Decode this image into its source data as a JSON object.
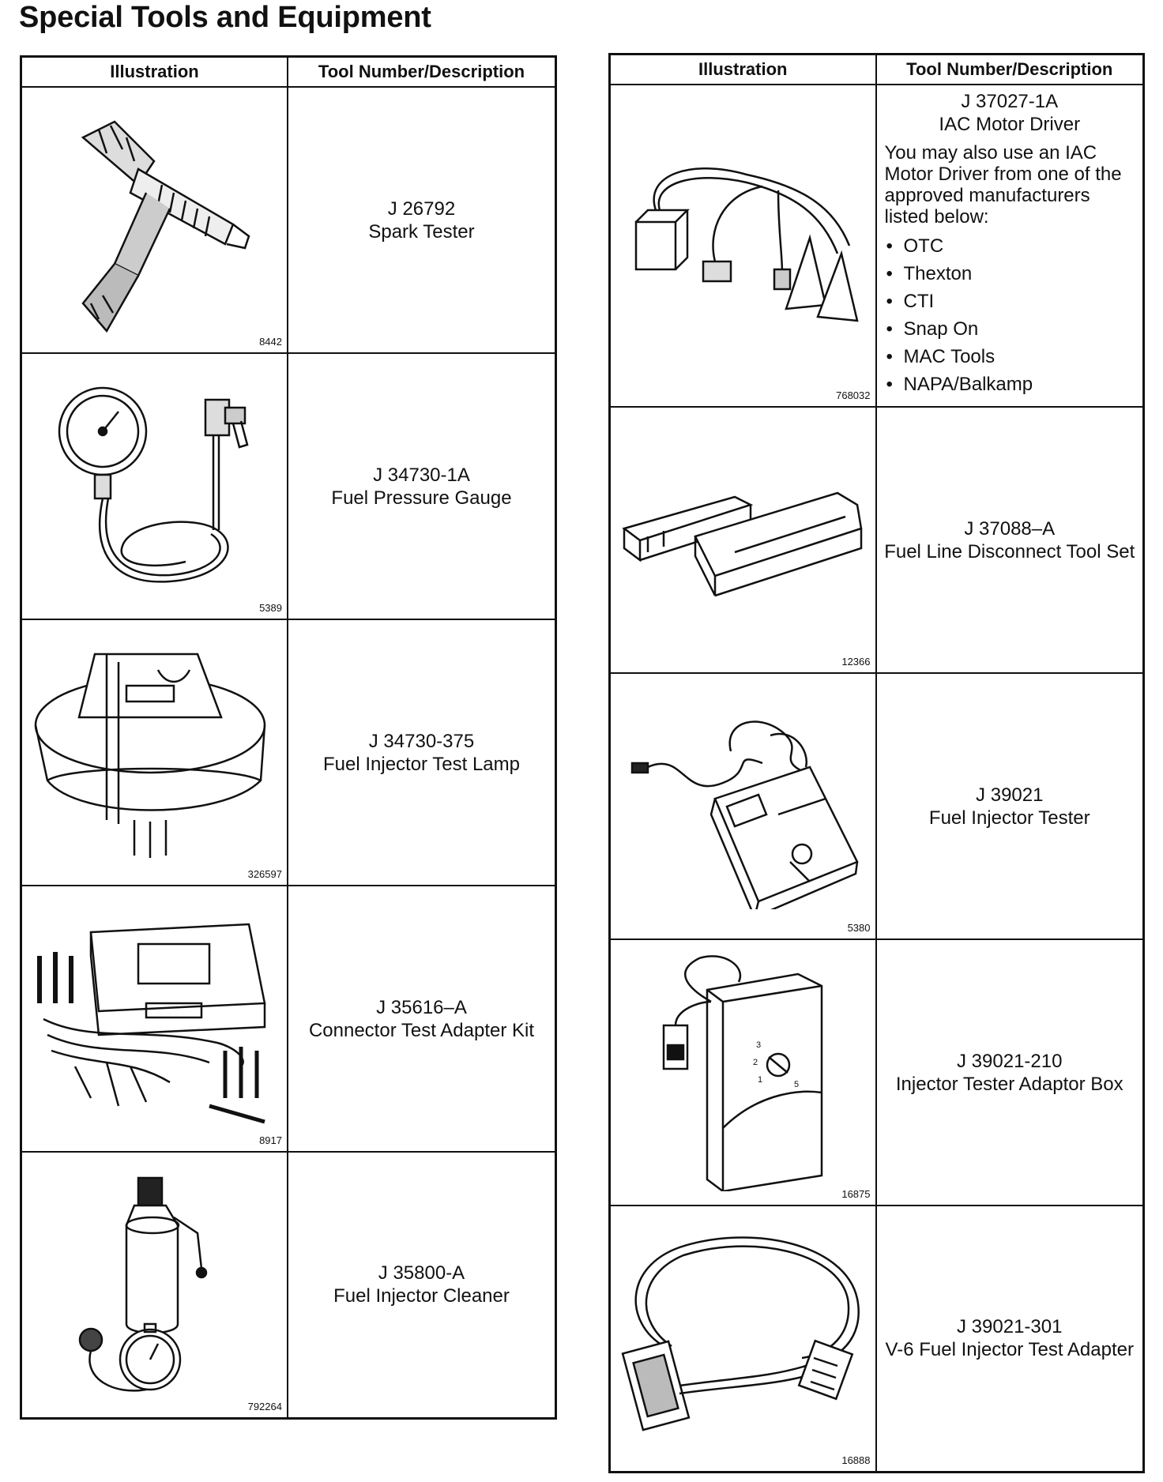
{
  "title": "Special Tools and Equipment",
  "headers": {
    "illustration": "Illustration",
    "description": "Tool Number/Description"
  },
  "left": [
    {
      "fig": "8442",
      "number": "J 26792",
      "name": "Spark Tester"
    },
    {
      "fig": "5389",
      "number": "J 34730-1A",
      "name": "Fuel Pressure Gauge"
    },
    {
      "fig": "326597",
      "number": "J 34730-375",
      "name": "Fuel Injector Test Lamp"
    },
    {
      "fig": "8917",
      "number": "J 35616–A",
      "name": "Connector Test Adapter Kit"
    },
    {
      "fig": "792264",
      "number": "J 35800-A",
      "name": "Fuel Injector Cleaner"
    }
  ],
  "right": [
    {
      "fig": "768032",
      "number": "J 37027-1A",
      "name": "IAC Motor Driver",
      "note": "You may also use an IAC Motor Driver from one of the approved manufacturers listed below:",
      "manufacturers": [
        "OTC",
        "Thexton",
        "CTI",
        "Snap On",
        "MAC Tools",
        "NAPA/Balkamp"
      ]
    },
    {
      "fig": "12366",
      "number": "J 37088–A",
      "name": "Fuel Line Disconnect Tool Set"
    },
    {
      "fig": "5380",
      "number": "J 39021",
      "name": "Fuel Injector Tester"
    },
    {
      "fig": "16875",
      "number": "J 39021-210",
      "name": "Injector Tester Adaptor Box"
    },
    {
      "fig": "16888",
      "number": "J 39021-301",
      "name": "V-6 Fuel Injector Test Adapter"
    }
  ]
}
